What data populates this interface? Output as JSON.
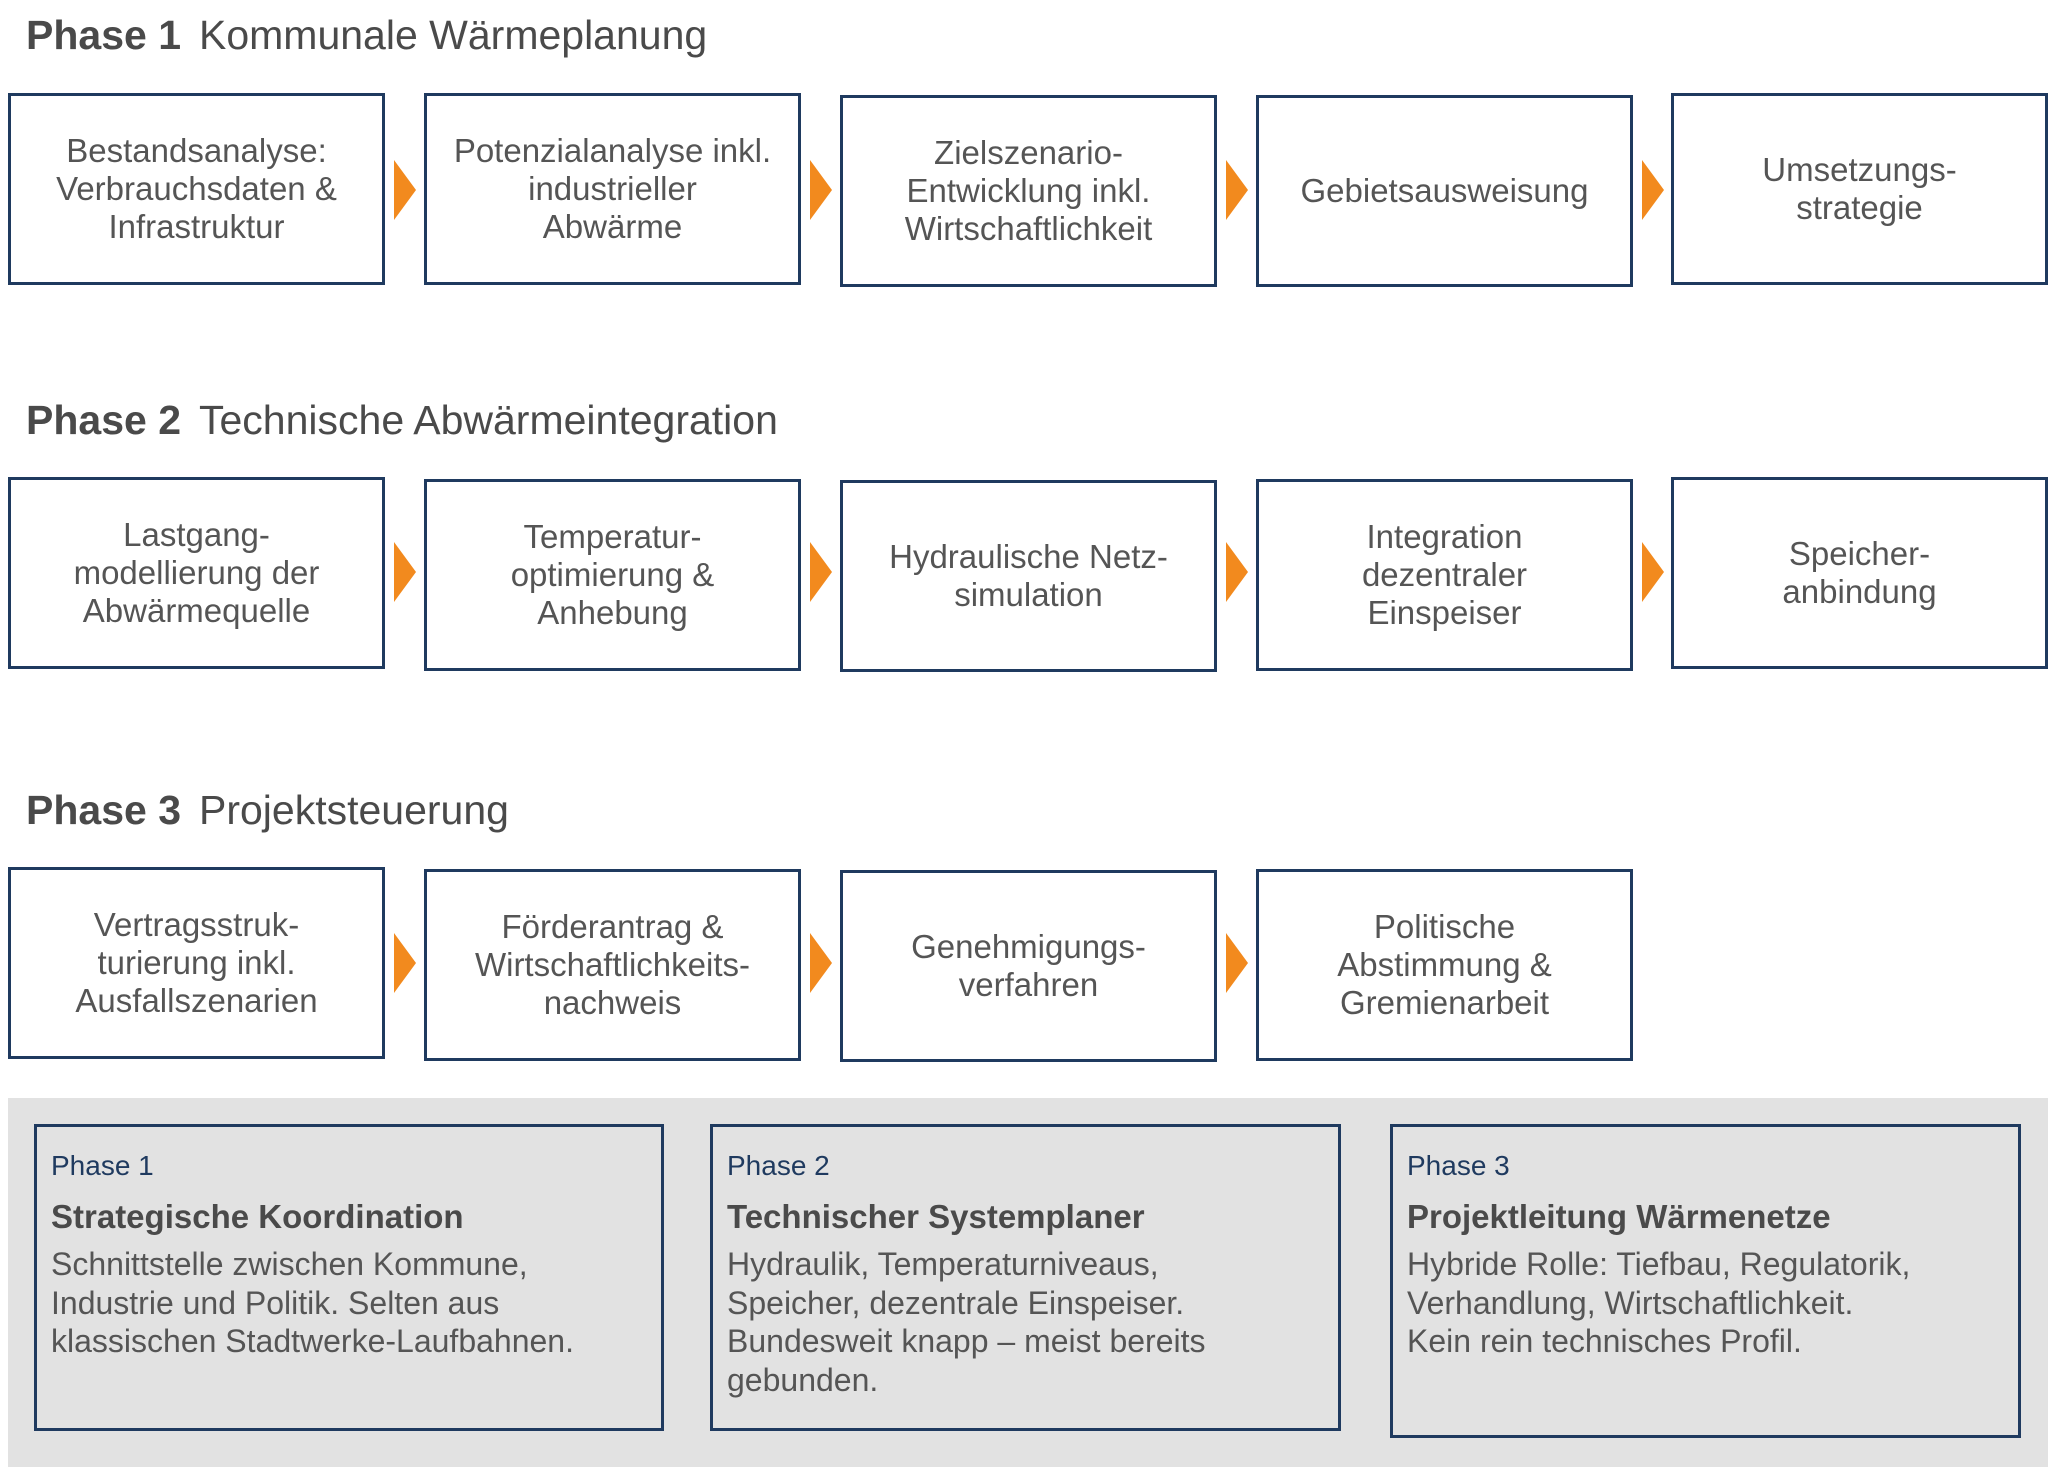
{
  "colors": {
    "box_border": "#1f3a5f",
    "arrow": "#f28a1e",
    "panel_bg": "#e2e2e2",
    "text": "#555555"
  },
  "phase1": {
    "num": "Phase 1",
    "name": "Kommunale Wärmeplanung",
    "steps": [
      "Bestandsanalyse:\nVerbrauchsdaten &\nInfrastruktur",
      "Potenzialanalyse inkl.\nindustrieller\nAbwärme",
      "Zielszenario-\nEntwicklung inkl.\nWirtschaftlichkeit",
      "Gebietsausweisung",
      "Umsetzungs-\nstrategie"
    ]
  },
  "phase2": {
    "num": "Phase 2",
    "name": "Technische Abwärmeintegration",
    "steps": [
      "Lastgang-\nmodellierung der\nAbwärmequelle",
      "Temperatur-\noptimierung &\nAnhebung",
      "Hydraulische Netz-\nsimulation",
      "Integration\ndezentraler\nEinspeiser",
      "Speicher-\nanbindung"
    ]
  },
  "phase3": {
    "num": "Phase 3",
    "name": "Projektsteuerung",
    "steps": [
      "Vertragsstruk-\nturierung inkl.\nAusfallszenarien",
      "Förderantrag &\nWirtschaftlichkeits-\nnachweis",
      "Genehmigungs-\nverfahren",
      "Politische\nAbstimmung &\nGremienarbeit"
    ]
  },
  "roles": [
    {
      "phase": "Phase 1",
      "title": "Strategische Koordination",
      "desc": "Schnittstelle zwischen Kommune,\nIndustrie und Politik. Selten aus\nklassischen Stadtwerke-Laufbahnen."
    },
    {
      "phase": "Phase 2",
      "title": "Technischer Systemplaner",
      "desc": "Hydraulik, Temperaturniveaus,\nSpeicher, dezentrale Einspeiser.\nBundesweit knapp – meist bereits\ngebunden."
    },
    {
      "phase": "Phase 3",
      "title": "Projektleitung Wärmenetze",
      "desc": "Hybride Rolle: Tiefbau, Regulatorik,\nVerhandlung, Wirtschaftlichkeit.\nKein rein technisches Profil."
    }
  ]
}
